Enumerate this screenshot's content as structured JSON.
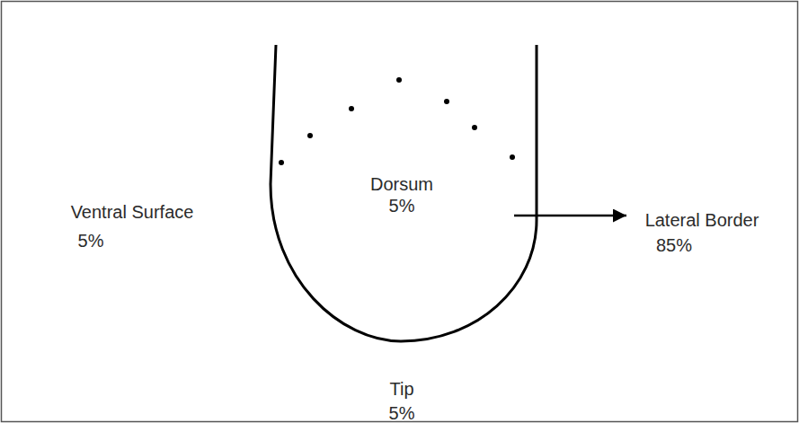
{
  "diagram": {
    "labels": [
      "Ventral Surface",
      "5%",
      "Dorsum",
      "5%",
      "Lateral Border",
      "85%",
      "Tip",
      "5%"
    ]
  }
}
